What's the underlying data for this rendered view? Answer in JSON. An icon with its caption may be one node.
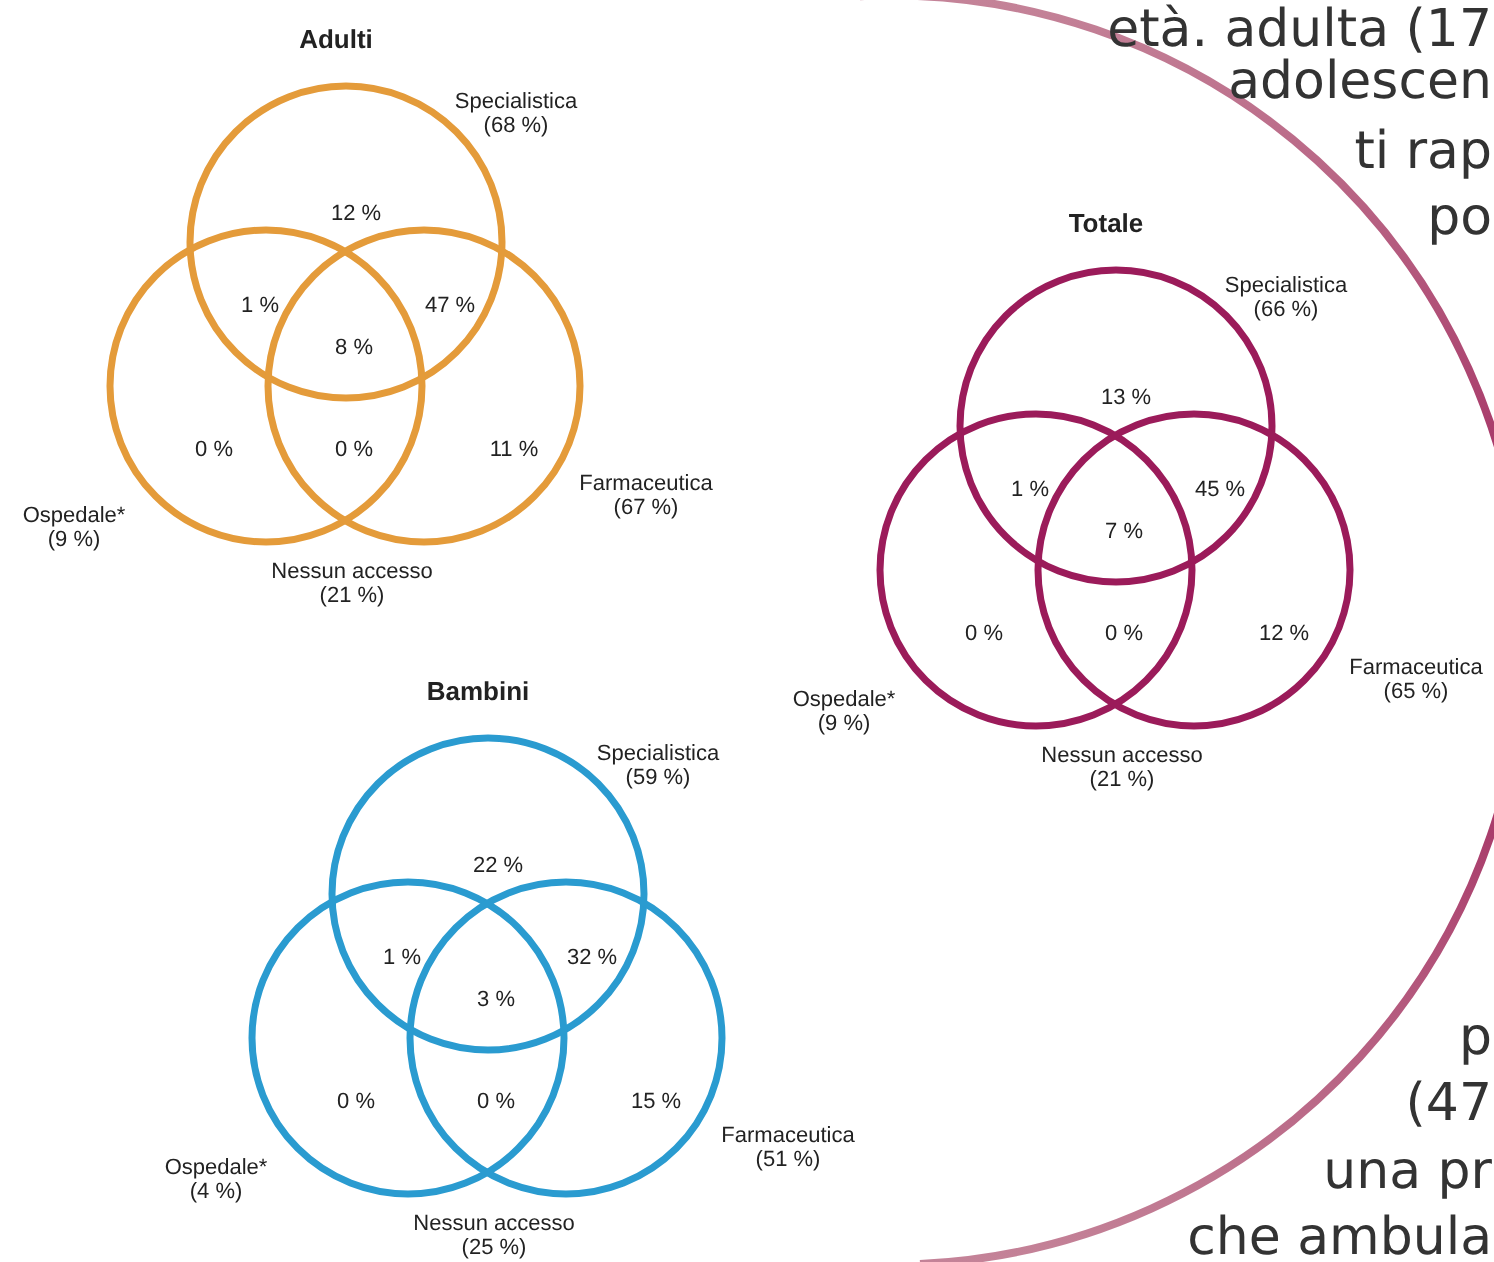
{
  "diagram": {
    "labels": [
      "Adulti",
      "Specialistica (68 %)",
      "12 %",
      "1 %",
      "47 %",
      "8 %",
      "0 %",
      "0 %",
      "11 %",
      "Farmaceutica (67 %)",
      "Ospedale* (9 %)",
      "Nessun accesso (21 %)",
      "età. adulta (17",
      "adolescen",
      "ti rap",
      "po",
      "Totale",
      "Specialistica (66 %)",
      "13 %",
      "1 %",
      "45 %",
      "7 %",
      "0 %",
      "0 %",
      "12 %",
      "Farmaceutica (65 %)",
      "Ospedale* (9 %)",
      "Nessun accesso (21 %)",
      "Bambini",
      "Specialistica (59 %)",
      "22 %",
      "1 %",
      "32 %",
      "3 %",
      "0 %",
      "0 %",
      "15 %",
      "Farmaceutica (51 %)",
      "Ospedale* (4 %)",
      "Nessun accesso (25 %)",
      "p",
      "(47",
      "una pr",
      "che ambula"
    ]
  }
}
